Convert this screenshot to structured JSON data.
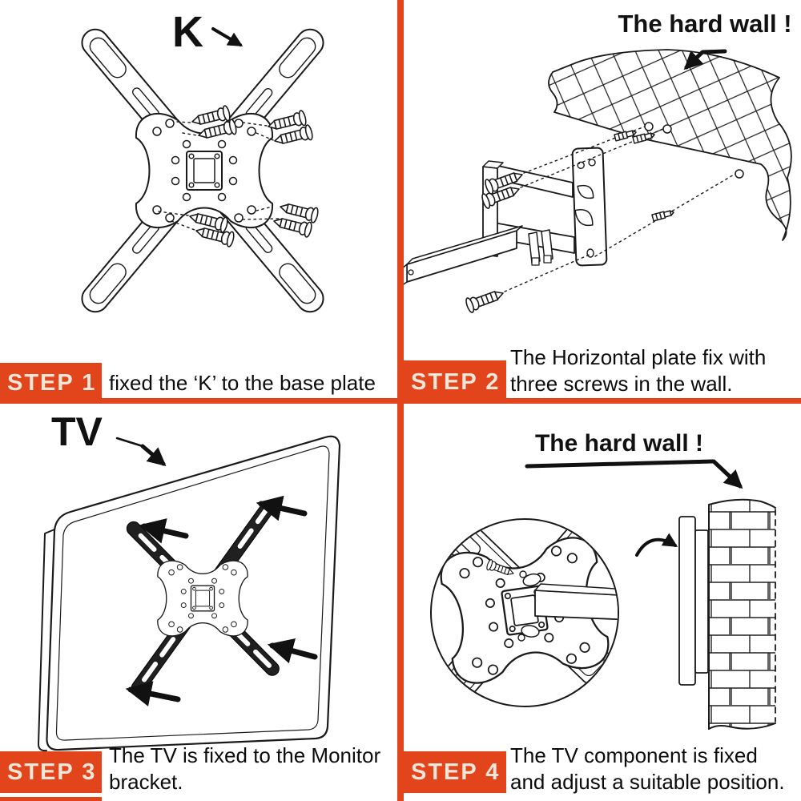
{
  "colors": {
    "accent": "#E2441C",
    "badge_text": "#F2E6D9",
    "line_art": "#1a1a1a"
  },
  "steps": [
    {
      "badge": "STEP 1",
      "caption": "fixed the ‘K’ to the base plate"
    },
    {
      "badge": "STEP 2",
      "caption_line1": "The Horizontal plate fix with",
      "caption_line2": "three screws in the wall."
    },
    {
      "badge": "STEP 3",
      "caption_line1": "The TV is fixed to the Monitor",
      "caption_line2": "bracket."
    },
    {
      "badge": "STEP 4",
      "caption_line1": "The TV component is fixed",
      "caption_line2": "and adjust a suitable position."
    }
  ],
  "labels": {
    "k": "K",
    "tv": "TV",
    "hard_wall_top": "The hard wall !",
    "hard_wall_bottom": "The hard wall !"
  }
}
